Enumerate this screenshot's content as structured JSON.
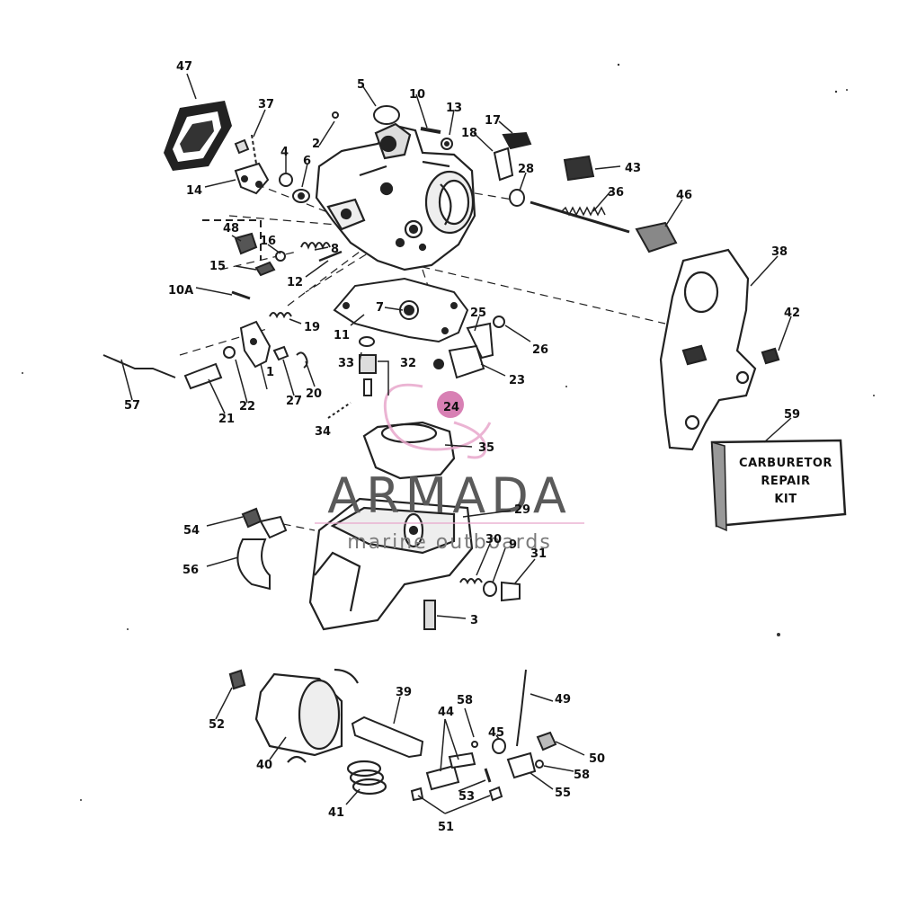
{
  "diagram": {
    "callouts": {
      "c1": "1",
      "c2": "2",
      "c3": "3",
      "c4": "4",
      "c5": "5",
      "c6": "6",
      "c7": "7",
      "c8": "8",
      "c9": "9",
      "c10": "10",
      "c10a": "10A",
      "c11": "11",
      "c12": "12",
      "c13": "13",
      "c14": "14",
      "c15": "15",
      "c16": "16",
      "c17": "17",
      "c18": "18",
      "c19": "19",
      "c20": "20",
      "c21": "21",
      "c22": "22",
      "c23": "23",
      "c24": "24",
      "c25": "25",
      "c26": "26",
      "c27": "27",
      "c28": "28",
      "c29": "29",
      "c30": "30",
      "c31": "31",
      "c32": "32",
      "c33": "33",
      "c34": "34",
      "c35": "35",
      "c36": "36",
      "c37": "37",
      "c38": "38",
      "c39": "39",
      "c40": "40",
      "c41": "41",
      "c42": "42",
      "c43": "43",
      "c44": "44",
      "c45": "45",
      "c46": "46",
      "c47": "47",
      "c48": "48",
      "c49": "49",
      "c50": "50",
      "c51": "51",
      "c52": "52",
      "c53": "53",
      "c54": "54",
      "c55": "55",
      "c56": "56",
      "c57": "57",
      "c58a": "58",
      "c58b": "58",
      "c59": "59"
    },
    "repair_kit": {
      "line1": "CARBURETOR",
      "line2": "REPAIR",
      "line3": "KIT"
    },
    "watermark": {
      "brand": "ARMADA",
      "tagline": "marine outboards",
      "brand_color": "#e8a7cc",
      "accent_color": "#d26aa8"
    }
  }
}
